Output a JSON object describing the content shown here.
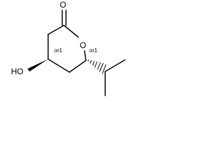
{
  "molecule": {
    "atoms": {
      "carbonyl_oxygen": "O",
      "ring_oxygen": "O",
      "hydroxyl": "HO"
    },
    "stereo_labels": {
      "c4": "or1",
      "c6": "or1"
    }
  }
}
